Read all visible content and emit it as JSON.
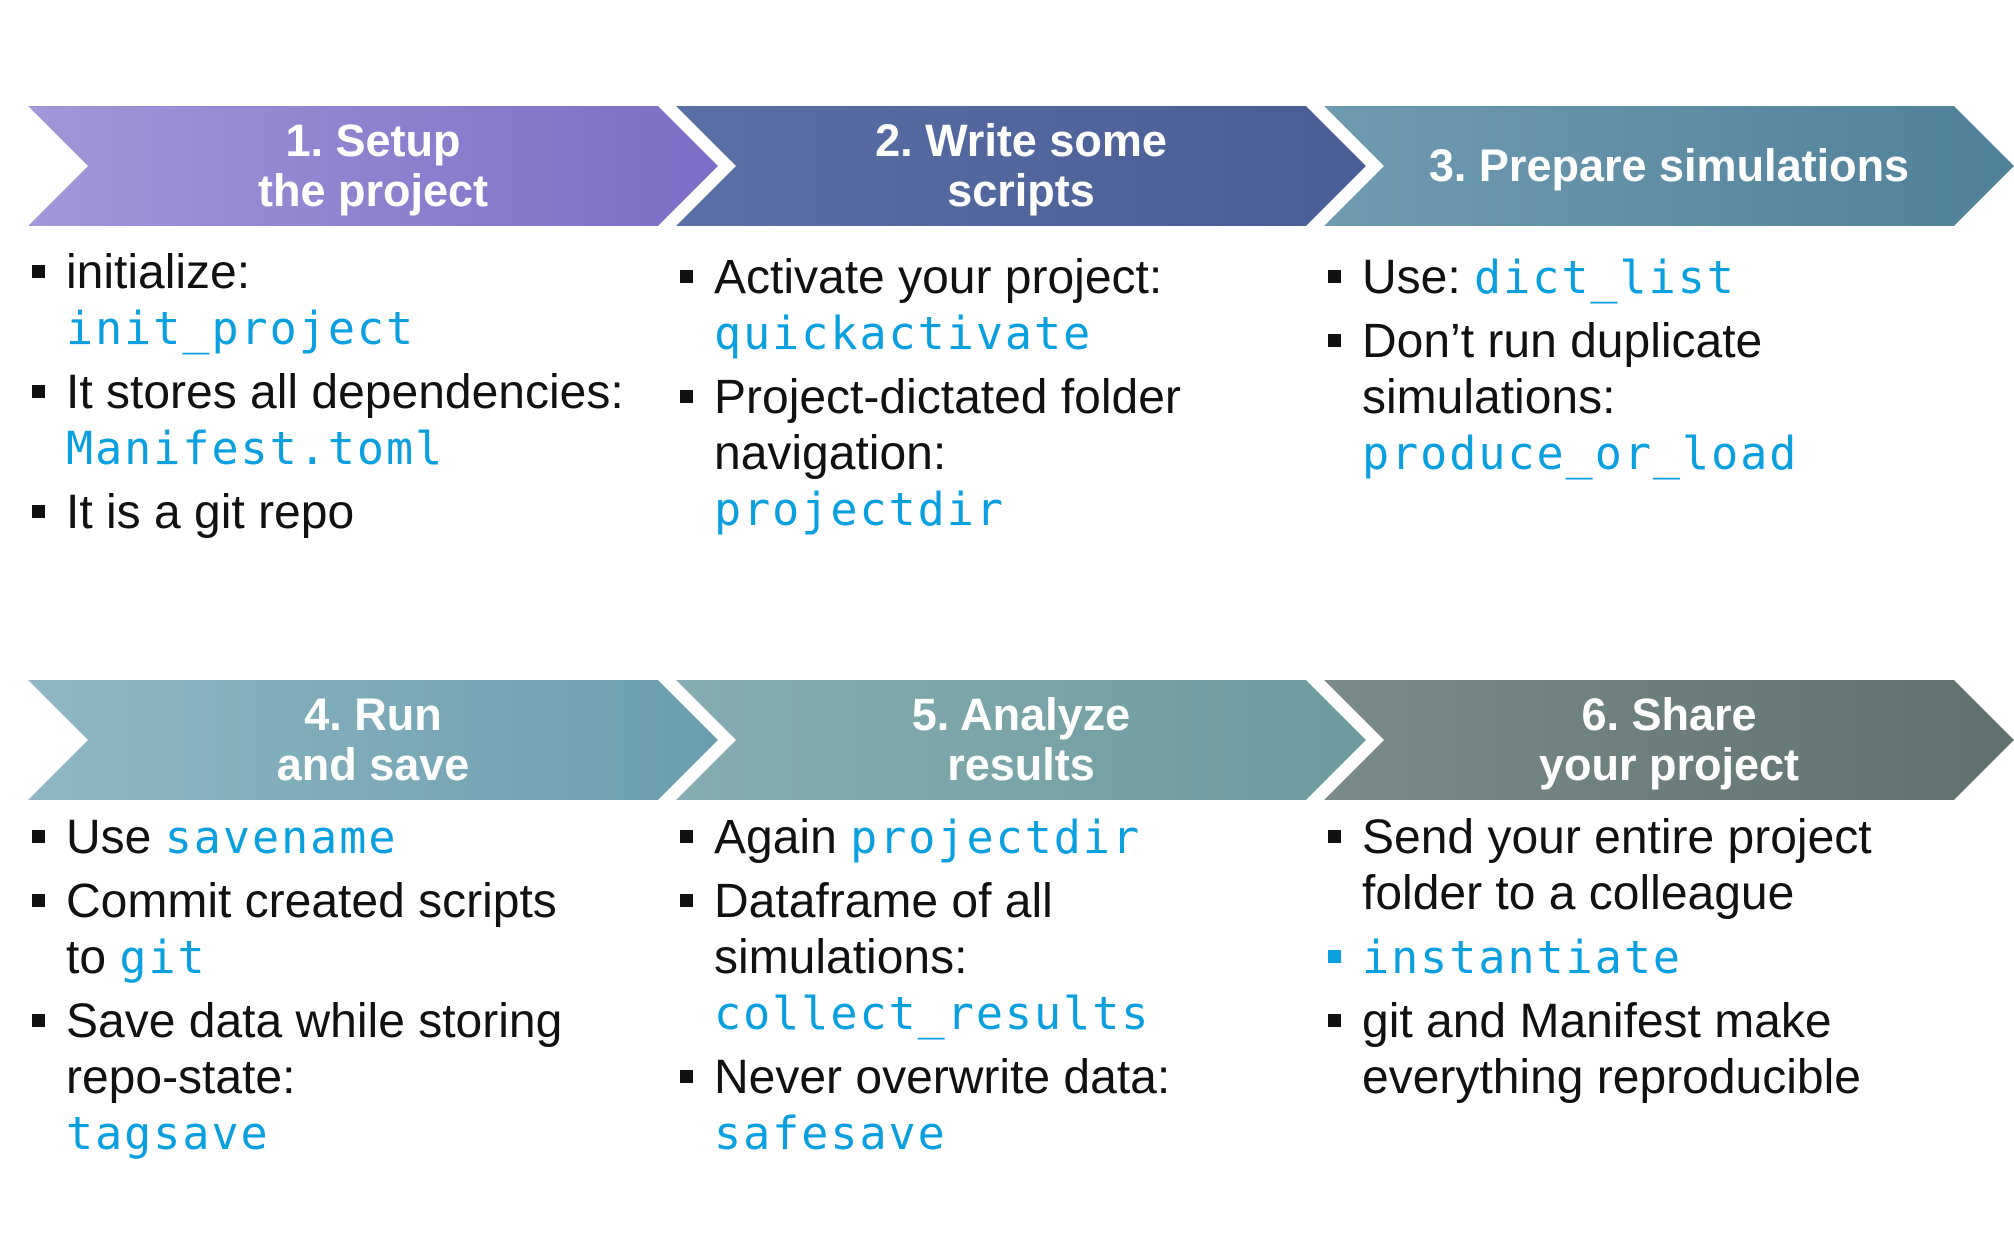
{
  "colors": {
    "code": "#0aa0e0",
    "bullet": "#111111",
    "banner_text": "#ffffff"
  },
  "steps": [
    {
      "title": "1. Setup\nthe project",
      "gradient": [
        "#a098d8",
        "#7c6cc6"
      ],
      "items": [
        {
          "text": "initialize:",
          "code": "init_project"
        },
        {
          "text": "It stores all dependencies:",
          "code": "Manifest.toml"
        },
        {
          "text": "It is a git repo",
          "code": ""
        }
      ]
    },
    {
      "title": "2. Write some\nscripts",
      "gradient": [
        "#5a6fa6",
        "#4a5d95"
      ],
      "items": [
        {
          "text": "Activate your project:",
          "code": "quickactivate"
        },
        {
          "text": "Project-dictated folder navigation:",
          "code": "projectdir"
        }
      ]
    },
    {
      "title": "3. Prepare simulations",
      "gradient": [
        "#6f9bb1",
        "#4f8199"
      ],
      "items": [
        {
          "text": "Use:",
          "code": "dict_list"
        },
        {
          "text": "Don’t run duplicate simulations:",
          "code": "produce_or_load"
        }
      ]
    },
    {
      "title": "4. Run\nand save",
      "gradient": [
        "#8fb7c2",
        "#6a9eaf"
      ],
      "items": [
        {
          "text": "Use",
          "code": "savename"
        },
        {
          "text": "Commit created scripts to",
          "code": "git"
        },
        {
          "text": "Save data while storing repo-state:",
          "code": "tagsave"
        }
      ]
    },
    {
      "title": "5. Analyze\nresults",
      "gradient": [
        "#86aeb2",
        "#6c9a9e"
      ],
      "items": [
        {
          "text": "Again",
          "code": "projectdir"
        },
        {
          "text": "Dataframe of all simulations:",
          "code": "collect_results"
        },
        {
          "text": "Never overwrite data:",
          "code": "safesave"
        }
      ]
    },
    {
      "title": "6. Share\nyour project",
      "gradient": [
        "#7a8c8a",
        "#5f716f"
      ],
      "items": [
        {
          "text": "Send your entire project folder to a colleague",
          "code": ""
        },
        {
          "text": "",
          "code": "instantiate"
        },
        {
          "text": "git and Manifest make everything reproducible",
          "code": ""
        }
      ]
    }
  ]
}
